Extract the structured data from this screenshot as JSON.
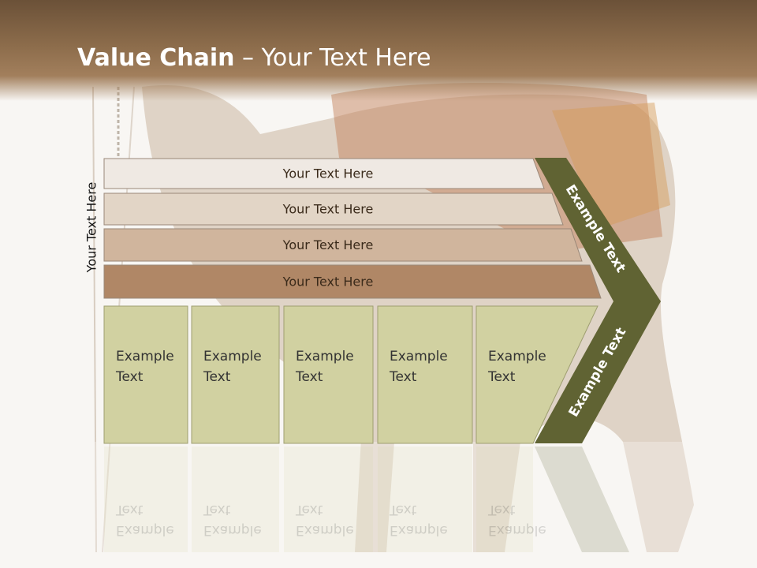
{
  "slide": {
    "title_bold": "Value Chain",
    "title_rest": " – Your Text Here",
    "side_label": "Your Text Here"
  },
  "rows": [
    {
      "label": "Your Text Here",
      "color": "#efe9e3"
    },
    {
      "label": "Your Text Here",
      "color": "#e2d5c6"
    },
    {
      "label": "Your Text Here",
      "color": "#d0b59d"
    },
    {
      "label": "Your Text Here",
      "color": "#b08766"
    }
  ],
  "columns": [
    {
      "label": "Example\nText"
    },
    {
      "label": "Example\nText"
    },
    {
      "label": "Example\nText"
    },
    {
      "label": "Example\nText"
    },
    {
      "label": "Example\nText"
    }
  ],
  "chevron": {
    "upper_label": "Example Text",
    "lower_label": "Example Text",
    "color": "#606333"
  },
  "colors": {
    "column_fill": "#d1d1a1",
    "column_stroke": "#9e9e70",
    "header": "#8c6c4b"
  }
}
